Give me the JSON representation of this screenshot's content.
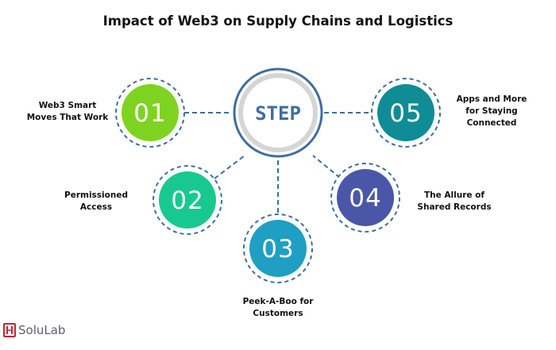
{
  "title": "Impact of Web3 on Supply Chains and Logistics",
  "center": {
    "text": "STEP",
    "ring_color": "#3f6e9e"
  },
  "steps": [
    {
      "number": "01",
      "label_line1": "Web3 Smart",
      "label_line2": "Moves That Work",
      "color": "#7ed321"
    },
    {
      "number": "02",
      "label_line1": "Permissioned",
      "label_line2": "Access",
      "color": "#18c98f"
    },
    {
      "number": "03",
      "label_line1": "Peek-A-Boo for",
      "label_line2": "Customers",
      "color": "#1f9fc4"
    },
    {
      "number": "04",
      "label_line1": "The Allure of",
      "label_line2": "Shared Records",
      "color": "#4a57a8"
    },
    {
      "number": "05",
      "label_line1": "Apps and More",
      "label_line2": "for Staying",
      "label_line3": "Connected",
      "color": "#0f8c96"
    }
  ],
  "logo": {
    "text": "SoluLab",
    "color": "#c8262e",
    "icon": "solulab-logo-icon"
  }
}
